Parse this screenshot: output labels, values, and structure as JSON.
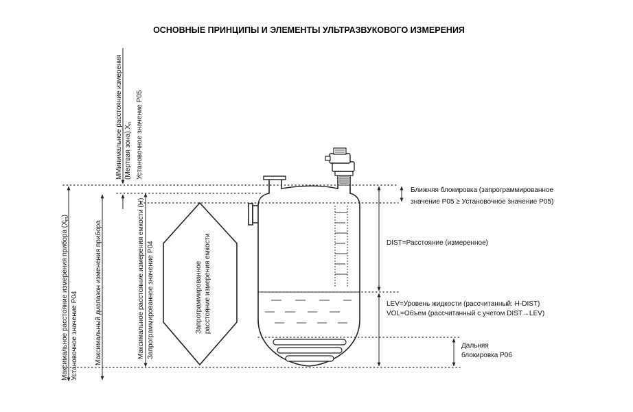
{
  "title": "ОСНОВНЫЕ ПРИНЦИПЫ И ЭЛЕМЕНТЫ УЛЬТРАЗВУКОВОГО ИЗМЕРЕНИЯ",
  "left_labels": {
    "min_distance_line1": "ММинимальное расстояние измерения",
    "min_distance_line2": "(Мертвая зона) X",
    "min_distance_sub": "n",
    "min_distance_line3": "Установочное значение P05",
    "max_distance_line1": "Максимальное расстояние измерения прибора (X",
    "max_distance_sub": "m",
    "max_distance_close": ")",
    "max_distance_line2": "Установочное значение P04",
    "max_range": "Максимальный диапазон изменения прибора",
    "tank_max_line1": "Максимальное расстояние измерения емкости (H)",
    "tank_max_line2": "Запрограммированное значение P04"
  },
  "hexagon_label": {
    "line1": "Запрограммированное",
    "line2": "расстояние измерения емкости"
  },
  "right_labels": {
    "near_block_line1": "Ближняя блокировка (запрограммированное",
    "near_block_line2": "значение P05 ≥ Установочное значение P05)",
    "dist": "DIST=Расстояние (измеренное)",
    "lev": "LEV=Уровень жидкости (рассчитанный: H-DIST)",
    "vol": "VOL=Объем (рассчитанный с учетом DIST→LEV)",
    "far_block_line1": "Дальняя",
    "far_block_line2": "блокировка P06"
  }
}
